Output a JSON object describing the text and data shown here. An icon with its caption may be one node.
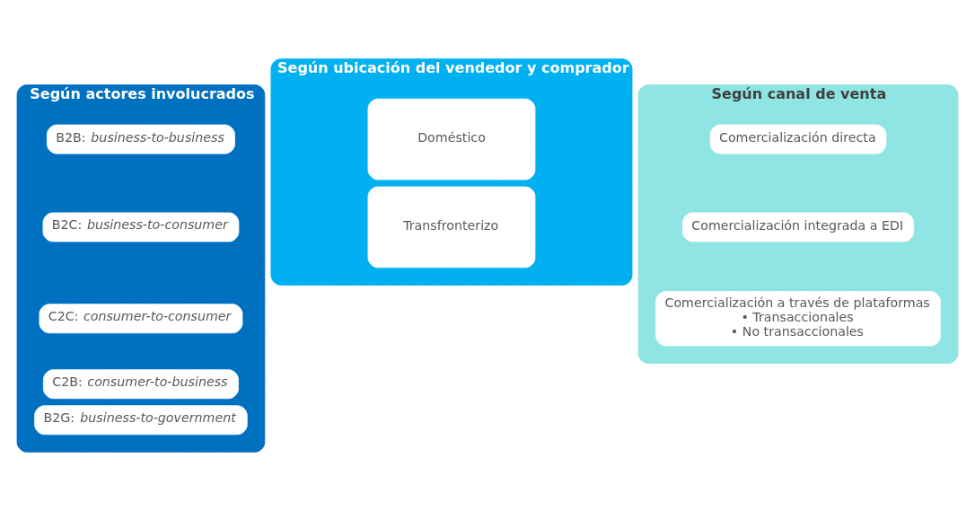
{
  "diagram": {
    "nodes": [
      {
        "text": [
          "Según actores involucrados"
        ]
      },
      {
        "text": [
          "B2B: *business-to-business*"
        ],
        "in": 0
      },
      {
        "text": [
          "B2C: *business-to-consumer*"
        ],
        "in": 0
      },
      {
        "text": [
          "C2C: *consumer-to-consumer*"
        ],
        "in": 0
      },
      {
        "text": [
          "C2B: *consumer-to-business*"
        ],
        "in": 0
      },
      {
        "text": [
          "B2G: *business-to-government*"
        ],
        "in": 0
      },
      {
        "text": [
          "Según ubicación del vendedor y comprador"
        ]
      },
      {
        "text": [
          "Doméstico"
        ],
        "in": 6
      },
      {
        "text": [
          "Transfronterizo"
        ],
        "in": 6
      },
      {
        "text": [
          "Según canal de venta"
        ]
      },
      {
        "text": [
          "Comercialización directa"
        ],
        "in": 9
      },
      {
        "text": [
          "Comercialización integrada a EDI"
        ],
        "in": 9
      },
      {
        "text": [
          "Comercialización a través de plataformas",
          "• Transaccionales",
          "• No transaccionales"
        ],
        "in": 9
      }
    ],
    "edges": []
  }
}
